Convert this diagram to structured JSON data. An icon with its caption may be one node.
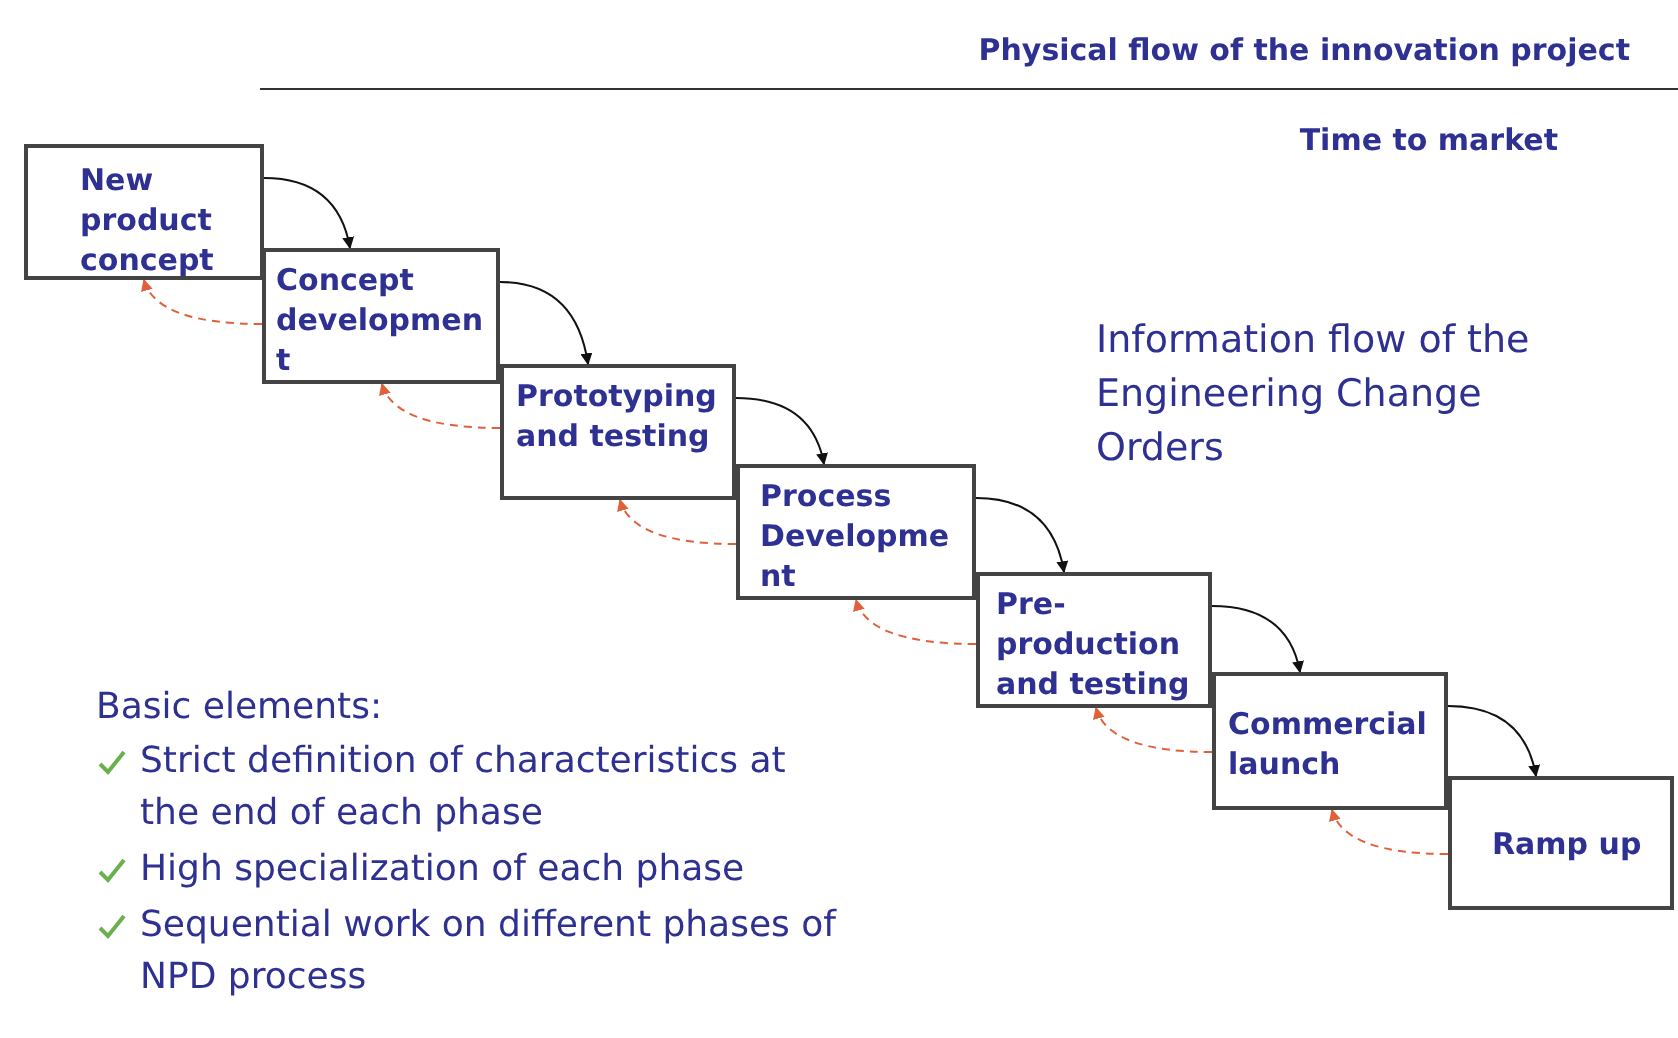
{
  "diagram": {
    "nodes": [
      {
        "text": [
          "New product concept"
        ]
      },
      {
        "text": [
          "Concept development"
        ]
      },
      {
        "text": [
          "Prototyping and testing"
        ]
      },
      {
        "text": [
          "Process Development"
        ]
      },
      {
        "text": [
          "Pre-production and testing"
        ]
      },
      {
        "text": [
          "Commercial launch"
        ]
      },
      {
        "text": [
          "Ramp up"
        ]
      }
    ],
    "edges": [
      {
        "from": 0,
        "to": 1,
        "arrow": "to"
      },
      {
        "from": 1,
        "to": 2,
        "arrow": "to"
      },
      {
        "from": 2,
        "to": 3,
        "arrow": "to"
      },
      {
        "from": 3,
        "to": 4,
        "arrow": "to"
      },
      {
        "from": 4,
        "to": 5,
        "arrow": "to"
      },
      {
        "from": 5,
        "to": 6,
        "arrow": "to"
      },
      {
        "from": 1,
        "to": 0,
        "arrow": "to",
        "style": "dashed",
        "color": "#e0603a"
      },
      {
        "from": 2,
        "to": 1,
        "arrow": "to",
        "style": "dashed",
        "color": "#e0603a"
      },
      {
        "from": 3,
        "to": 2,
        "arrow": "to",
        "style": "dashed",
        "color": "#e0603a"
      },
      {
        "from": 4,
        "to": 3,
        "arrow": "to",
        "style": "dashed",
        "color": "#e0603a"
      },
      {
        "from": 5,
        "to": 4,
        "arrow": "to",
        "style": "dashed",
        "color": "#e0603a"
      },
      {
        "from": 6,
        "to": 5,
        "arrow": "to",
        "style": "dashed",
        "color": "#e0603a"
      }
    ],
    "labels": [
      "Physical flow of the innovation project",
      "Time to market",
      "Information flow of the Engineering Change Orders",
      "Basic elements:",
      "Strict definition of characteristics at the end of each phase",
      "High specialization of each phase",
      "Sequential work on different phases of NPD process"
    ]
  }
}
